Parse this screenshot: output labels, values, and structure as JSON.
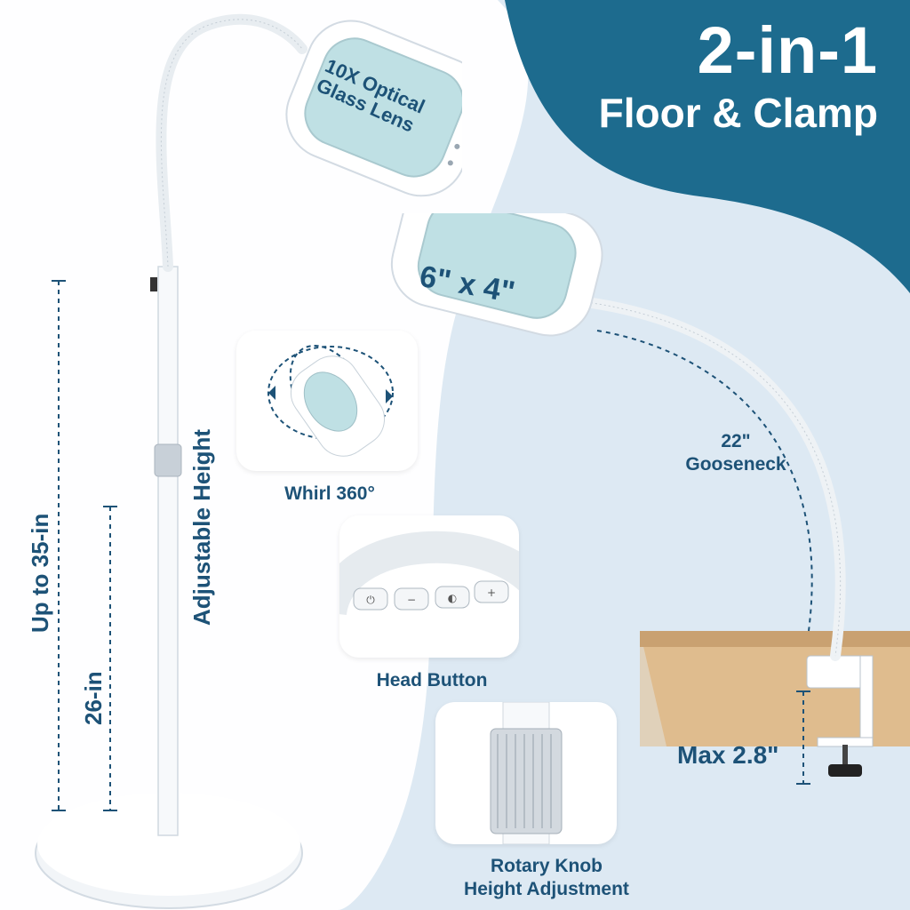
{
  "headline": {
    "line1": "2-in-1",
    "line2": "Floor & Clamp"
  },
  "lens": {
    "power_line1": "10X Optical",
    "power_line2": "Glass Lens",
    "size": "6\" x 4\""
  },
  "features": {
    "whirl": "Whirl 360°",
    "head_button": "Head Button",
    "knob_line1": "Rotary Knob",
    "knob_line2": "Height Adjustment"
  },
  "gooseneck": {
    "length": "22\"",
    "label": "Gooseneck"
  },
  "clamp": {
    "max": "Max 2.8\""
  },
  "height": {
    "max": "Up to 35-in",
    "min": "26-in",
    "adjustable": "Adjustable Height"
  },
  "colors": {
    "navy": "#1d6b8e",
    "accent_text": "#1d5277",
    "background": "#dde9f3",
    "wood": "#d9b486"
  }
}
